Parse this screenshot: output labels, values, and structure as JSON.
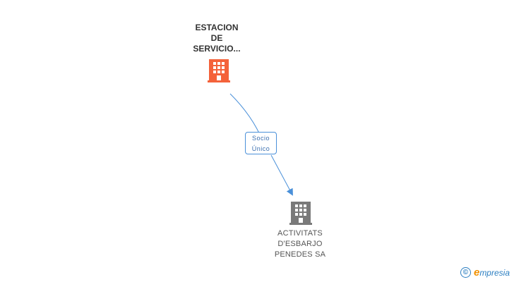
{
  "nodes": {
    "source": {
      "label": "ESTACION\nDE\nSERVICIO...",
      "icon": "building-icon",
      "color": "#f4623a"
    },
    "target": {
      "label": "ACTIVITATS\nD'ESBARJO\nPENEDES SA",
      "icon": "building-icon",
      "color": "#7a7a7a"
    }
  },
  "edge": {
    "label_line1": "Socio",
    "label_line2": "Único",
    "color": "#4a90d9"
  },
  "watermark": {
    "copyright": "©",
    "brand_initial": "e",
    "brand_rest": "mpresia"
  }
}
